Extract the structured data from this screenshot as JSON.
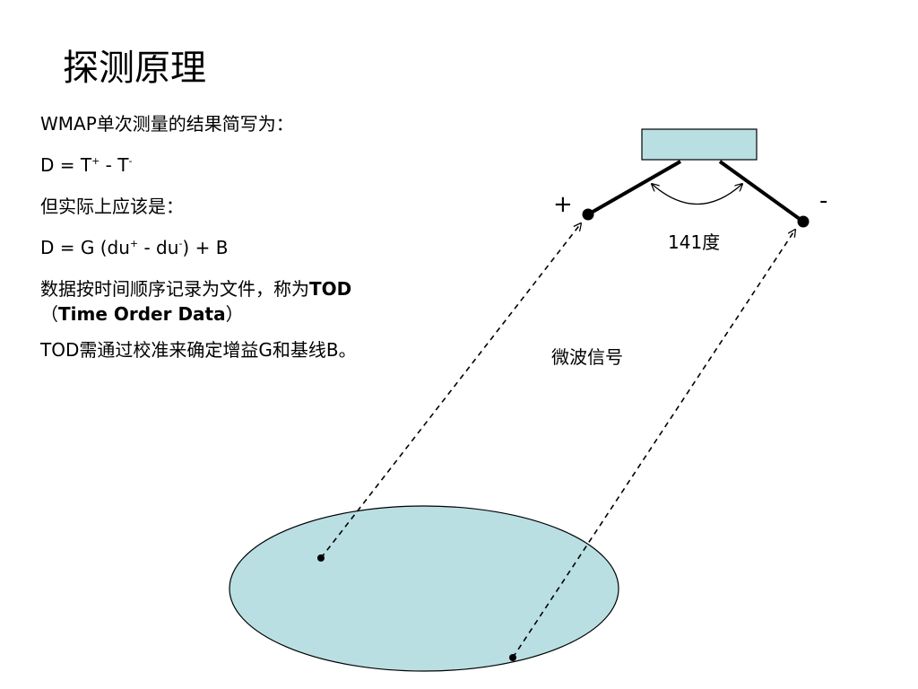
{
  "slide": {
    "title": "探测原理"
  },
  "content": {
    "line1": "WMAP单次测量的结果简写为：",
    "line2_prefix": "D = T",
    "line2_sup1": "+",
    "line2_mid": " - T",
    "line2_sup2": "-",
    "line3": "但实际上应该是：",
    "line4_prefix": "D = G (du",
    "line4_sup1": "+",
    "line4_mid": " - du",
    "line4_sup2": "-",
    "line4_suffix": ") + B",
    "line5_text": "数据按时间顺序记录为文件，称为",
    "line5_bold": "TOD",
    "line6_open": "（",
    "line6_bold": "Time Order Data",
    "line6_close": "）",
    "line7": "TOD需通过校准来确定增益G和基线B。"
  },
  "diagram": {
    "plus_label": "+",
    "minus_label": "-",
    "angle_label": "141度",
    "signal_label": "微波信号",
    "colors": {
      "fill": "#b9dfe3",
      "stroke": "#000000"
    }
  }
}
